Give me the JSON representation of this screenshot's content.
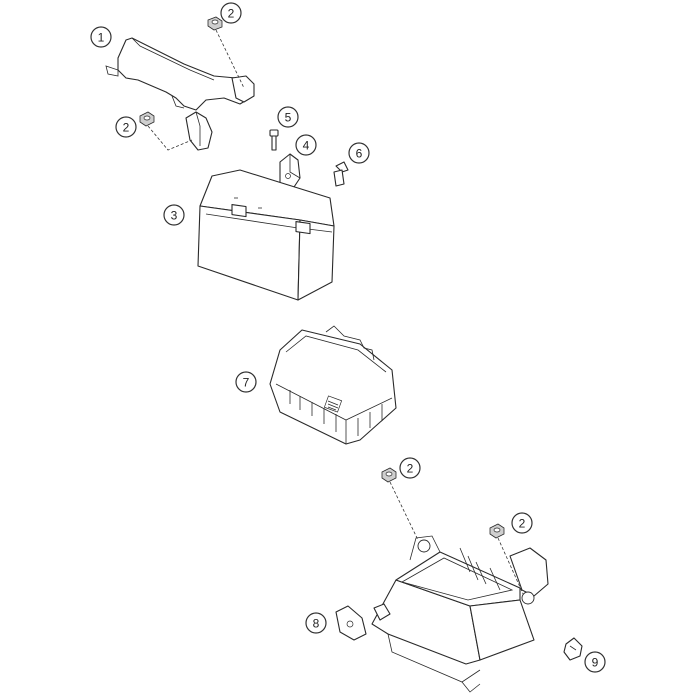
{
  "callouts": [
    {
      "id": "c1",
      "label": "1"
    },
    {
      "id": "c2a",
      "label": "2"
    },
    {
      "id": "c2b",
      "label": "2"
    },
    {
      "id": "c5",
      "label": "5"
    },
    {
      "id": "c4",
      "label": "4"
    },
    {
      "id": "c6",
      "label": "6"
    },
    {
      "id": "c3",
      "label": "3"
    },
    {
      "id": "c7",
      "label": "7"
    },
    {
      "id": "c2c",
      "label": "2"
    },
    {
      "id": "c2d",
      "label": "2"
    },
    {
      "id": "c8",
      "label": "8"
    },
    {
      "id": "c9",
      "label": "9"
    }
  ]
}
